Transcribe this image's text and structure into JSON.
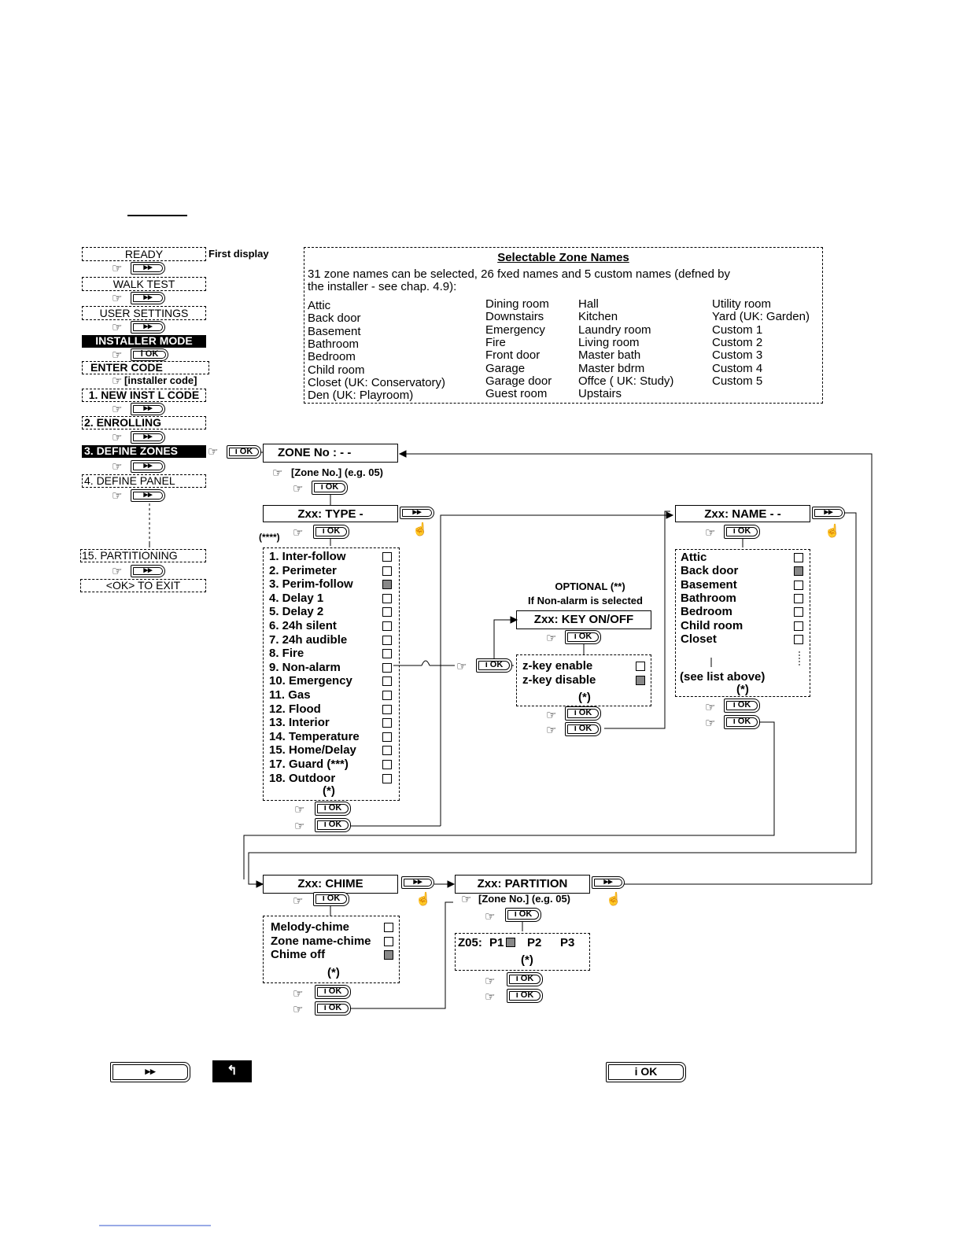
{
  "menu": {
    "ready": "READY",
    "first_display": "First display",
    "walk_test": "WALK TEST",
    "user_settings": "USER SETTINGS",
    "installer_mode": "INSTALLER MODE",
    "enter_code": "ENTER CODE",
    "installer_code": "[installer code]",
    "new_inst_code": "1. NEW INST L CODE",
    "enrolling": "2. ENROLLING",
    "define_zones": "3. DEFINE ZONES",
    "define_panel": "4. DEFINE PANEL",
    "partitioning": "15. PARTITIONING",
    "ok_to_exit": "<OK> TO EXIT"
  },
  "keys": {
    "next": "▸▸",
    "ok": "i OK",
    "back": "↰"
  },
  "zone_names": {
    "title": "Selectable Zone Names",
    "intro_line1": "31 zone names can be selected, 26 fxed names and 5 custom names (defned by",
    "intro_line2": "the installer - see chap. 4.9):",
    "col1": [
      "Attic",
      "Back door",
      "Basement",
      "Bathroom",
      "Bedroom",
      "Child room",
      "Closet (UK: Conservatory)",
      "Den (UK: Playroom)"
    ],
    "col2": [
      "Dining room",
      "Downstairs",
      "Emergency",
      "Fire",
      "Front door",
      "Garage",
      "Garage door",
      "Guest room"
    ],
    "col3": [
      "Hall",
      "Kitchen",
      "Laundry room",
      "Living room",
      "Master bath",
      "Master bdrm",
      "Offce ( UK: Study)",
      "Upstairs"
    ],
    "col4": [
      "Utility room",
      "Yard (UK: Garden)",
      "Custom 1",
      "Custom 2",
      "Custom 3",
      "Custom 4",
      "Custom 5"
    ]
  },
  "zone_no": {
    "title": "ZONE No : - -",
    "hint": "[Zone No.] (e.g. 05)"
  },
  "type": {
    "title": "Zxx: TYPE -",
    "note": "(****)",
    "options": [
      "1. Inter-follow",
      "2. Perimeter",
      "3. Perim-follow",
      "4. Delay 1",
      "5. Delay 2",
      "6. 24h silent",
      "7. 24h audible",
      "8. Fire",
      "9. Non-alarm",
      "10. Emergency",
      "11. Gas",
      "12. Flood",
      "13. Interior",
      "14. Temperature",
      "15. Home/Delay",
      "17. Guard (***)",
      "18. Outdoor"
    ],
    "selected_index": 2,
    "footnote": "(*)"
  },
  "key_onoff": {
    "optional": "OPTIONAL (**)",
    "condition": "If Non-alarm is selected",
    "title": "Zxx: KEY ON/OFF",
    "options": [
      "z-key enable",
      "z-key disable"
    ],
    "selected_index": 1,
    "footnote": "(*)"
  },
  "name": {
    "title": "Zxx: NAME - -",
    "options": [
      "Attic",
      "Back door",
      "Basement",
      "Bathroom",
      "Bedroom",
      "Child room",
      "Closet"
    ],
    "selected_index": 1,
    "see_list": "(see list above)",
    "footnote": "(*)"
  },
  "chime": {
    "title": "Zxx: CHIME",
    "options": [
      "Melody-chime",
      "Zone name-chime",
      "Chime off"
    ],
    "selected_index": 2,
    "footnote": "(*)"
  },
  "partition": {
    "title": "Zxx: PARTITION",
    "hint": "[Zone No.] (e.g. 05)",
    "zone": "Z05:",
    "p1": "P1",
    "p2": "P2",
    "p3": "P3",
    "footnote": "(*)"
  }
}
